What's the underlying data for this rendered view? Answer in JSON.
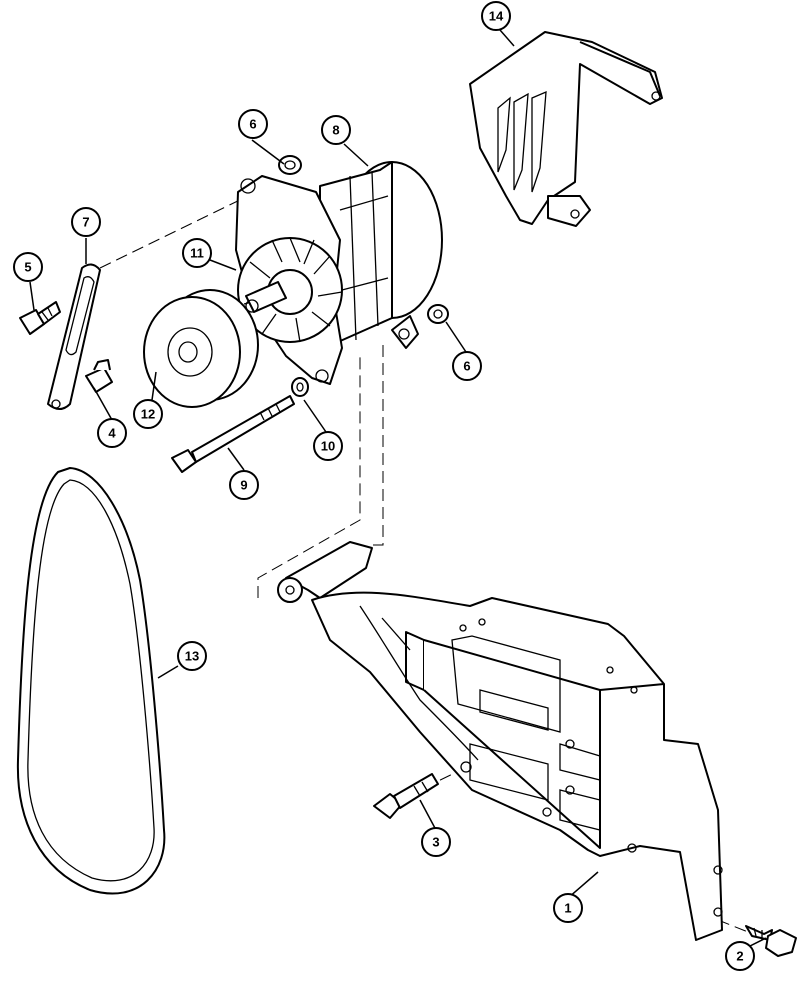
{
  "callouts": [
    {
      "id": "c1",
      "number": "1",
      "part": "bracket"
    },
    {
      "id": "c2",
      "number": "2",
      "part": "bolt"
    },
    {
      "id": "c3",
      "number": "3",
      "part": "bolt"
    },
    {
      "id": "c4",
      "number": "4",
      "part": "bolt"
    },
    {
      "id": "c5",
      "number": "5",
      "part": "bolt"
    },
    {
      "id": "c6a",
      "number": "6",
      "part": "spacer"
    },
    {
      "id": "c6b",
      "number": "6",
      "part": "spacer"
    },
    {
      "id": "c7",
      "number": "7",
      "part": "adjusting-strap"
    },
    {
      "id": "c8",
      "number": "8",
      "part": "alternator"
    },
    {
      "id": "c9",
      "number": "9",
      "part": "bolt"
    },
    {
      "id": "c10",
      "number": "10",
      "part": "washer"
    },
    {
      "id": "c11",
      "number": "11",
      "part": "fan"
    },
    {
      "id": "c12",
      "number": "12",
      "part": "pulley"
    },
    {
      "id": "c13",
      "number": "13",
      "part": "drive-belt"
    },
    {
      "id": "c14",
      "number": "14",
      "part": "guard"
    }
  ]
}
